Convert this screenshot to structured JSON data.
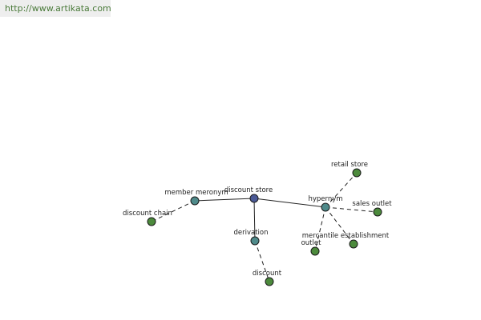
{
  "source_link": "http://www.artikata.com",
  "colors": {
    "center_node": "#4b5a96",
    "relation_node": "#4f8a8a",
    "leaf_node": "#4c8a3c",
    "edge": "#222222"
  },
  "graph": {
    "nodes": {
      "discount_store": {
        "label": "discount store",
        "kind": "center"
      },
      "member_meronym": {
        "label": "member meronym",
        "kind": "relation"
      },
      "derivation": {
        "label": "derivation",
        "kind": "relation"
      },
      "hypernym": {
        "label": "hypernym",
        "kind": "relation"
      },
      "discount_chain": {
        "label": "discount chain",
        "kind": "leaf"
      },
      "discount": {
        "label": "discount",
        "kind": "leaf"
      },
      "retail_store": {
        "label": "retail store",
        "kind": "leaf"
      },
      "sales_outlet": {
        "label": "sales outlet",
        "kind": "leaf"
      },
      "mercantile_establishment": {
        "label": "mercantile establishment",
        "kind": "leaf"
      },
      "outlet": {
        "label": "outlet",
        "kind": "leaf"
      }
    },
    "edges": [
      {
        "from": "discount_store",
        "to": "member_meronym",
        "style": "solid"
      },
      {
        "from": "discount_store",
        "to": "derivation",
        "style": "solid"
      },
      {
        "from": "discount_store",
        "to": "hypernym",
        "style": "solid"
      },
      {
        "from": "member_meronym",
        "to": "discount_chain",
        "style": "dashed"
      },
      {
        "from": "derivation",
        "to": "discount",
        "style": "dashed"
      },
      {
        "from": "hypernym",
        "to": "retail_store",
        "style": "dashed"
      },
      {
        "from": "hypernym",
        "to": "sales_outlet",
        "style": "dashed"
      },
      {
        "from": "hypernym",
        "to": "mercantile_establishment",
        "style": "dashed"
      },
      {
        "from": "hypernym",
        "to": "outlet",
        "style": "dashed"
      }
    ]
  }
}
